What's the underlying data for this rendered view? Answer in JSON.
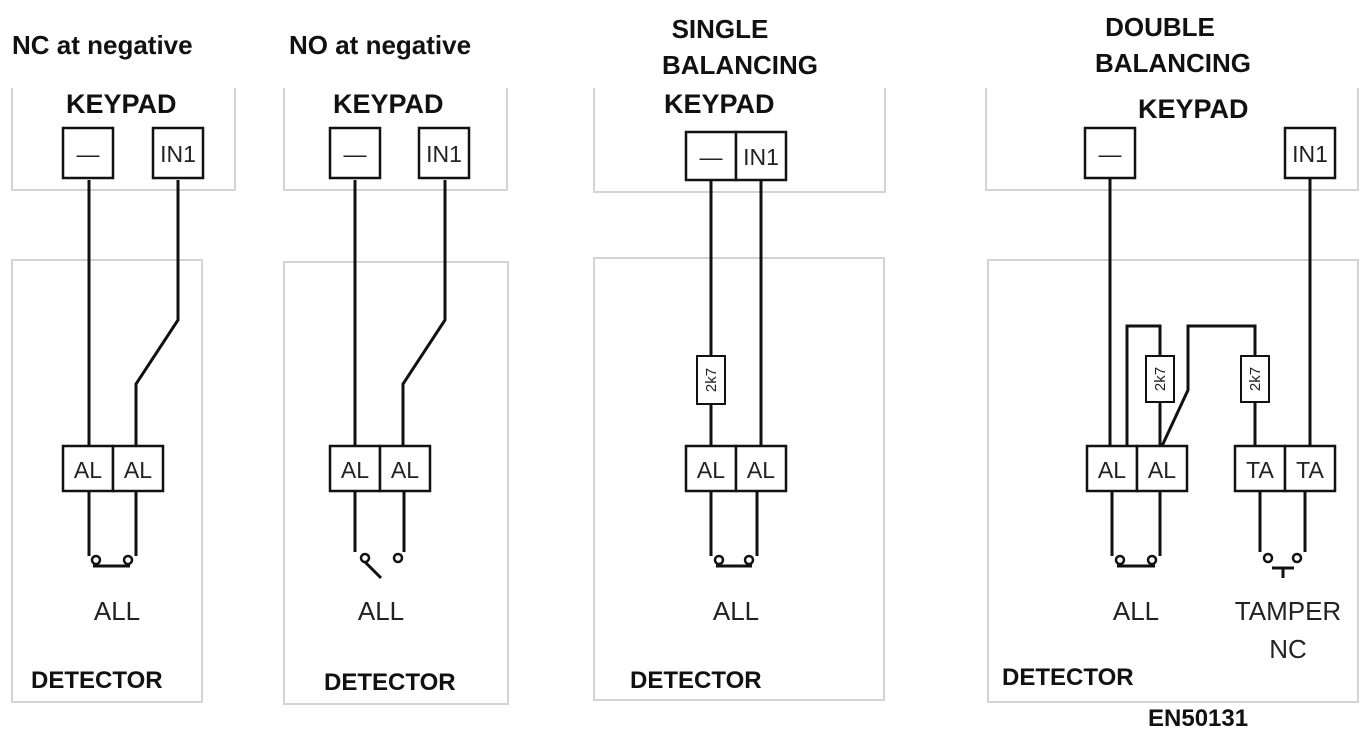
{
  "diagrams": [
    {
      "title": "NC at negative",
      "keypad_label": "KEYPAD",
      "keypad_terminals": [
        "—",
        "IN1"
      ],
      "detector_terminals": [
        "AL",
        "AL"
      ],
      "contact_label": "ALL",
      "detector_label": "DETECTOR"
    },
    {
      "title": "NO at negative",
      "keypad_label": "KEYPAD",
      "keypad_terminals": [
        "—",
        "IN1"
      ],
      "detector_terminals": [
        "AL",
        "AL"
      ],
      "contact_label": "ALL",
      "detector_label": "DETECTOR"
    },
    {
      "title_lines": [
        "SINGLE",
        "BALANCING"
      ],
      "keypad_label": "KEYPAD",
      "keypad_terminals": [
        "—",
        "IN1"
      ],
      "resistor": "2k7",
      "detector_terminals": [
        "AL",
        "AL"
      ],
      "contact_label": "ALL",
      "detector_label": "DETECTOR"
    },
    {
      "title_lines": [
        "DOUBLE",
        "BALANCING"
      ],
      "keypad_label": "KEYPAD",
      "keypad_terminals": [
        "—",
        "IN1"
      ],
      "resistors": [
        "2k7",
        "2k7"
      ],
      "detector_terminals": [
        "AL",
        "AL",
        "TA",
        "TA"
      ],
      "contact_label": "ALL",
      "tamper_label_lines": [
        "TAMPER",
        "NC"
      ],
      "detector_label": "DETECTOR"
    }
  ],
  "standard": "EN50131"
}
